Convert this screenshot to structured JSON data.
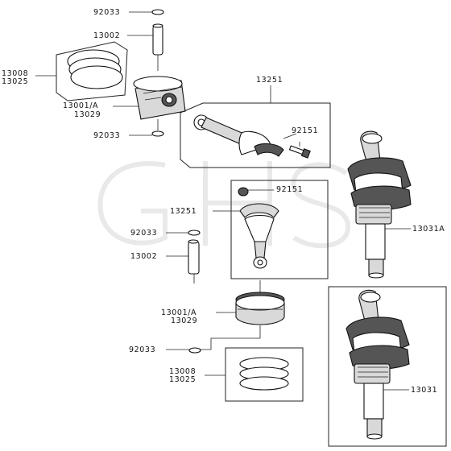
{
  "watermark": {
    "text": "GHS"
  },
  "labels": {
    "circlip_top": "92033",
    "pin_top": "13002",
    "rings_top_a": "13008",
    "rings_top_b": "13025",
    "piston_top_a": "13001/A",
    "piston_top_b": "13029",
    "circlip_top2": "92033",
    "rod_kit_top": "13251",
    "bolt_top": "92151",
    "bolt_mid": "92151",
    "rod_kit_mid": "13251",
    "circlip_mid": "92033",
    "pin_mid": "13002",
    "crank_a": "13031A",
    "piston_mid_a": "13001/A",
    "piston_mid_b": "13029",
    "circlip_low": "92033",
    "rings_low_a": "13008",
    "rings_low_b": "13025",
    "crank_b": "13031"
  }
}
